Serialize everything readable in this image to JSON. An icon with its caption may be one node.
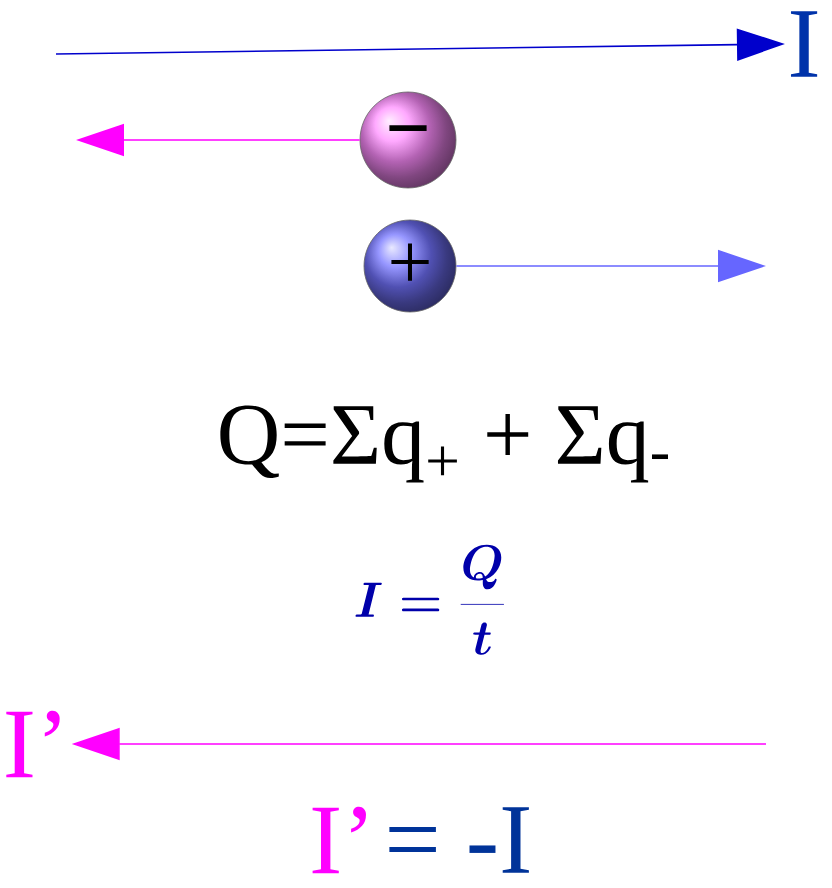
{
  "diagram": {
    "nodes": [
      {
        "text": [
          "I"
        ]
      },
      {
        "text": [
          "−"
        ]
      },
      {
        "text": [
          "+"
        ]
      },
      {
        "text": [
          "I’"
        ]
      }
    ],
    "edges": [
      {
        "from": null,
        "to": 0,
        "arrow": "to",
        "color": "#0000cc"
      },
      {
        "from": 1,
        "to": null,
        "arrow": "to",
        "color": "#ff00ff"
      },
      {
        "from": 2,
        "to": null,
        "arrow": "to",
        "color": "#6666ff"
      },
      {
        "from": null,
        "to": 3,
        "arrow": "to",
        "color": "#ff00ff"
      }
    ],
    "labels": [
      "Q=Σq$_{+}$ + Σq$_{-}$",
      "I=\\frac{Q}{t}",
      "I’",
      "= -I"
    ]
  }
}
